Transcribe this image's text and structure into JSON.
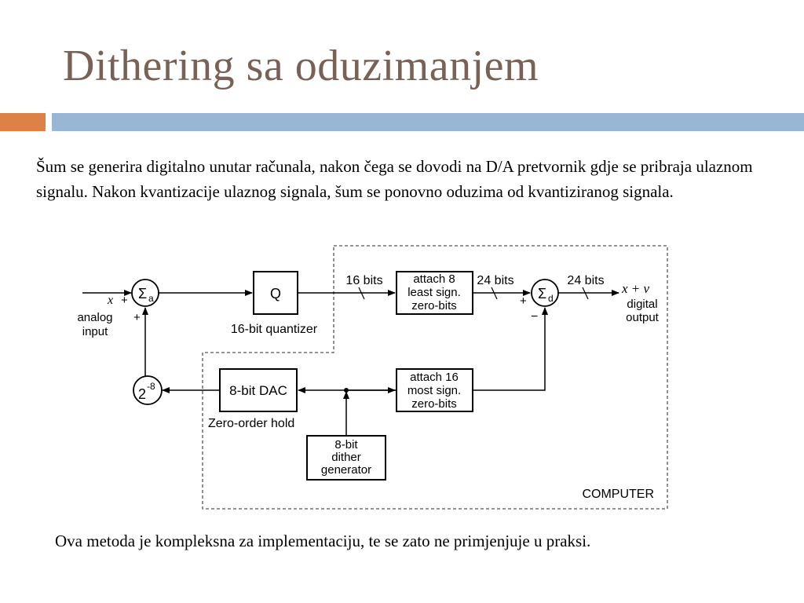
{
  "slide": {
    "title": "Dithering sa oduzimanjem",
    "paragraph_1": "Šum se generira digitalno unutar računala, nakon čega se dovodi na D/A pretvornik gdje se pribraja ulaznom signalu. Nakon kvantizacije ulaznog signala, šum se ponovno oduzima od kvantiziranog signala.",
    "paragraph_2": "Ova metoda je kompleksna za implementaciju, te se zato ne primjenjuje u praksi.",
    "colors": {
      "title": "#7a6155",
      "accent_orange": "#dd8247",
      "accent_blue": "#98b7d4"
    }
  },
  "diagram": {
    "input_symbol": "x",
    "input_plus": "+",
    "analog_input_line1": "analog",
    "analog_input_line2": "input",
    "sum_a_label": "Σ",
    "sum_a_sub": "a",
    "sum_a_plus_bottom": "+",
    "quantizer_label": "Q",
    "quantizer_caption": "16-bit quantizer",
    "bits_16": "16 bits",
    "attach8_line1": "attach 8",
    "attach8_line2": "least sign.",
    "attach8_line3": "zero-bits",
    "bits_24_a": "24 bits",
    "sum_d_label": "Σ",
    "sum_d_sub": "d",
    "sum_d_plus": "+",
    "sum_d_minus": "−",
    "bits_24_b": "24 bits",
    "output_symbol": "x + ν",
    "output_line1": "digital",
    "output_line2": "output",
    "gain_label": "2",
    "gain_exp": "-8",
    "dac_label": "8-bit DAC",
    "dac_caption": "Zero-order hold",
    "attach16_line1": "attach 16",
    "attach16_line2": "most sign.",
    "attach16_line3": "zero-bits",
    "dither_line1": "8-bit",
    "dither_line2": "dither",
    "dither_line3": "generator",
    "computer_label": "COMPUTER"
  }
}
